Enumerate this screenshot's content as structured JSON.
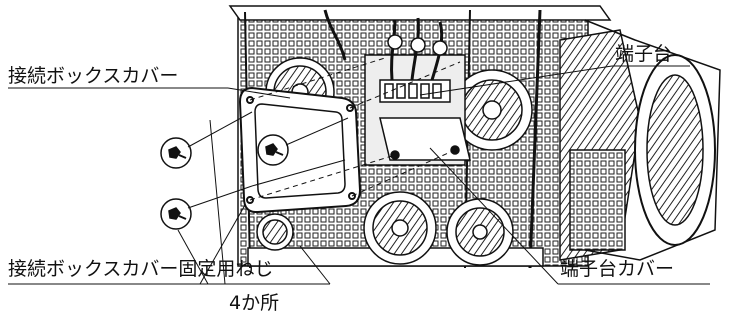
{
  "labels": {
    "junction_box_cover": "接続ボックスカバー",
    "terminal_block": "端子台",
    "cover_fixing_screws": "接続ボックスカバー固定用ねじ",
    "screw_count": "4か所",
    "terminal_block_cover": "端子台カバー"
  },
  "colors": {
    "line": "#111111",
    "background": "#ffffff",
    "shade": "#bbbbbb"
  },
  "icons": [
    "screw-icon",
    "fan-grille-icon",
    "junction-box-cover-icon",
    "terminal-block-icon"
  ]
}
